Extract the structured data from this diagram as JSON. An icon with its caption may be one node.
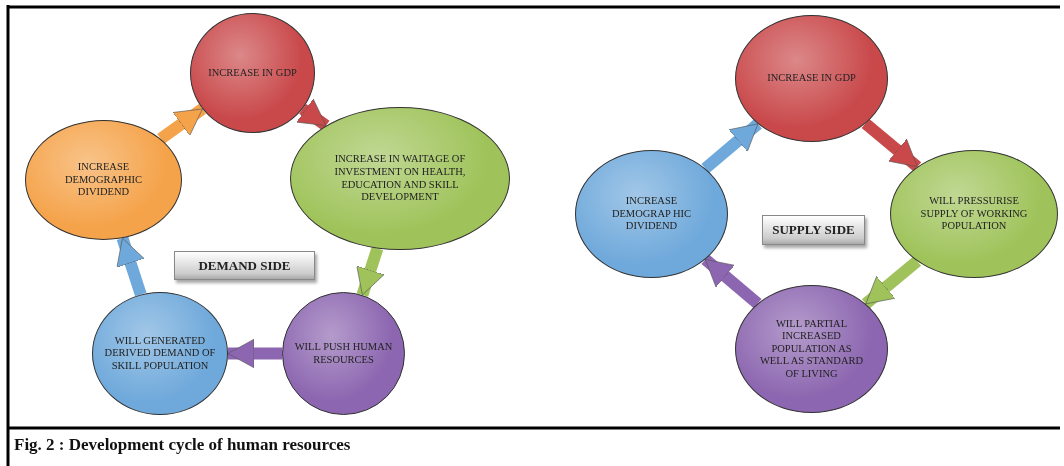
{
  "diagram": {
    "caption": "Fig. 2 : Development cycle of human resources",
    "nodes": [
      {
        "text": [
          "INCREASE IN GDP"
        ]
      },
      {
        "text": [
          "INCREASE IN WAITAGE OF INVESTMENT ON HEALTH, EDUCATION AND SKILL DEVELOPMENT"
        ]
      },
      {
        "text": [
          "WILL PUSH HUMAN RESOURCES"
        ]
      },
      {
        "text": [
          "WILL GENERATED DERIVED DEMAND OF SKILL POPULATION"
        ]
      },
      {
        "text": [
          "INCREASE DEMOGRAPHIC DIVIDEND"
        ]
      },
      {
        "text": [
          "DEMAND SIDE"
        ]
      },
      {
        "text": [
          "INCREASE IN GDP"
        ]
      },
      {
        "text": [
          "WILL PRESSURISE SUPPLY OF WORKING POPULATION"
        ]
      },
      {
        "text": [
          "WILL PARTIAL INCREASED POPULATION AS WELL AS STANDARD OF LIVING"
        ]
      },
      {
        "text": [
          "INCREASE DEMOGRAP HIC DIVIDEND"
        ]
      },
      {
        "text": [
          "SUPPLY SIDE"
        ]
      }
    ],
    "edges": [
      {
        "from": 4,
        "to": 0,
        "arrow": "to",
        "color": "#f5a34a"
      },
      {
        "from": 0,
        "to": 1,
        "arrow": "to",
        "color": "#c9484a"
      },
      {
        "from": 1,
        "to": 2,
        "arrow": "to",
        "color": "#9fc35a"
      },
      {
        "from": 2,
        "to": 3,
        "arrow": "to",
        "color": "#8c66b0"
      },
      {
        "from": 3,
        "to": 4,
        "arrow": "to",
        "color": "#6fa9db"
      },
      {
        "from": 9,
        "to": 6,
        "arrow": "to",
        "color": "#6fa9db"
      },
      {
        "from": 6,
        "to": 7,
        "arrow": "to",
        "color": "#c9484a"
      },
      {
        "from": 7,
        "to": 8,
        "arrow": "to",
        "color": "#9fc35a"
      },
      {
        "from": 8,
        "to": 9,
        "arrow": "to",
        "color": "#8c66b0"
      }
    ]
  }
}
